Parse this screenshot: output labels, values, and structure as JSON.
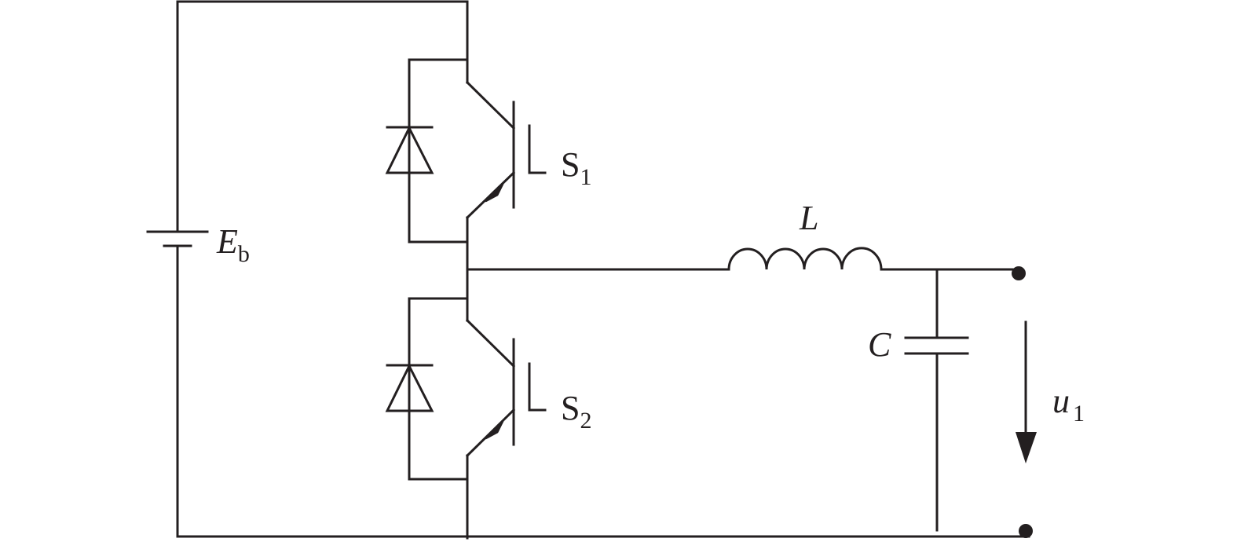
{
  "battery": {
    "symbol": "E",
    "subscript": "b"
  },
  "switch_top": {
    "symbol": "S",
    "subscript": "1"
  },
  "switch_bottom": {
    "symbol": "S",
    "subscript": "2"
  },
  "inductor": {
    "symbol": "L"
  },
  "capacitor": {
    "symbol": "C"
  },
  "output_voltage": {
    "symbol": "u",
    "subscript": "1"
  },
  "colors": {
    "stroke": "#231f20",
    "background": "#ffffff"
  }
}
